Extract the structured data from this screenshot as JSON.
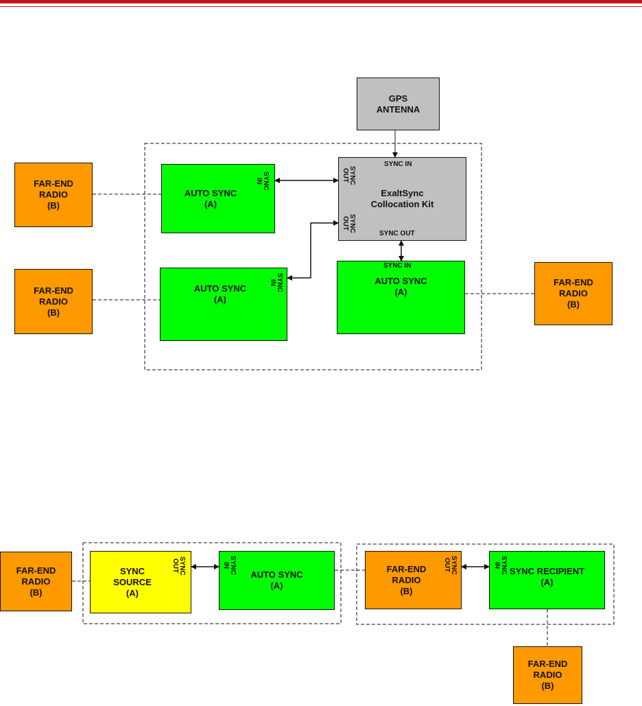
{
  "header": {
    "rule_color": "#c1121f"
  },
  "fig1": {
    "gps": "GPS\nANTENNA",
    "kit": "ExaltSync\nCollocation Kit",
    "kit_sync_in": "SYNC IN",
    "kit_sync_out_bottom": "SYNC OUT",
    "kit_sync_out_left1": "SYNC\nOUT",
    "kit_sync_out_left2": "SYNC\nOUT",
    "as1": "AUTO SYNC\n(A)",
    "as1_port": "SYNC\nIN",
    "as2": "AUTO SYNC\n(A)",
    "as2_port": "SYNC\nIN",
    "as3": "AUTO SYNC\n(A)",
    "as3_port": "SYNC IN",
    "fe1": "FAR-END\nRADIO\n(B)",
    "fe2": "FAR-END\nRADIO\n(B)",
    "fe3": "FAR-END\nRADIO\n(B)"
  },
  "fig2": {
    "fe_left": "FAR-END\nRADIO\n(B)",
    "source": "SYNC\nSOURCE\n(A)",
    "source_port": "SYNC\nOUT",
    "as": "AUTO SYNC\n(A)",
    "as_port": "SYNC\nIN",
    "fe_mid": "FAR-END\nRADIO\n(B)",
    "fe_mid_port": "SYNC\nOUT",
    "recipient": "SYNC RECIPIENT\n(A)",
    "recipient_port": "SYNC\nIN",
    "fe_bottom": "FAR-END\nRADIO\n(B)"
  },
  "colors": {
    "orange": "#ff9900",
    "green": "#00ff00",
    "gray": "#c0c0c0",
    "yellow": "#ffff00"
  }
}
